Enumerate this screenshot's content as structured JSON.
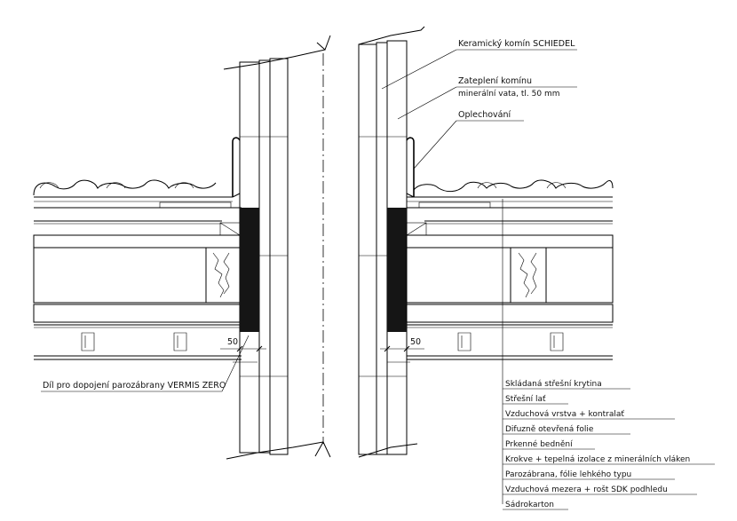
{
  "labels": {
    "chimney": "Keramický komín SCHIEDEL",
    "insulation_line1": "Zateplení komínu",
    "insulation_line2": "minerální vata, tl. 50 mm",
    "flashing": "Oplechování",
    "vapour_part": "Díl pro dopojení parozábrany VERMIS ZERO",
    "dim_left": "50",
    "dim_right": "50"
  },
  "layers": [
    "Skládaná střešní krytina",
    "Střešní lať",
    "Vzduchová vrstva + kontralať",
    "Difuzně otevřená folie",
    "Prkenné bednění",
    "Krokve + tepelná izolace z minerálních vláken",
    "Parozábrana, fólie lehkého typu",
    "Vzduchová mezera + rošt SDK podhledu",
    "Sádrokarton"
  ]
}
